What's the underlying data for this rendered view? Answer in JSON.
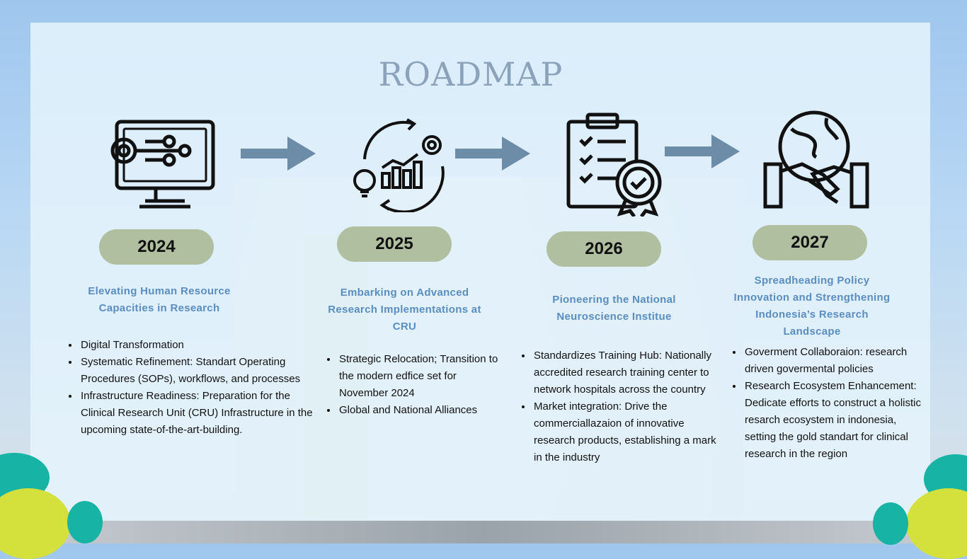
{
  "title": "ROADMAP",
  "colors": {
    "pill": "#b0bf9f",
    "heading": "#5a8dc0",
    "arrow": "#6d8ca8",
    "title": "#8aa3ba"
  },
  "stages": [
    {
      "year": "2024",
      "icon": "monitor-gear-circuit-icon",
      "heading": "Elevating Human Resource Capacities in Research",
      "bullets": [
        "Digital Transformation",
        "Systematic Refinement: Standart Operating Procedures (SOPs), workflows, and processes",
        "Infrastructure Readiness: Preparation for the Clinical Research Unit (CRU) Infrastructure in the upcoming state-of-the-art-building."
      ]
    },
    {
      "year": "2025",
      "icon": "growth-cycle-icon",
      "heading": "Embarking on Advanced Research Implementations at CRU",
      "bullets": [
        "Strategic Relocation; Transition to the modern edfice set for November 2024",
        "Global and National Alliances"
      ]
    },
    {
      "year": "2026",
      "icon": "clipboard-badge-icon",
      "heading": "Pioneering the National Neuroscience Institue",
      "bullets": [
        "Standardizes Training Hub: Nationally accredited research training center to network hospitals across the country",
        "Market integration: Drive the commerciallazaion of innovative research products, establishing a mark in the industry"
      ]
    },
    {
      "year": "2027",
      "icon": "globe-handshake-icon",
      "heading": "Spreadheading Policy Innovation and Strengthening Indonesia’s Research Landscape",
      "bullets": [
        "Goverment Collaboraion: research driven govermental policies",
        "Research Ecosystem Enhancement: Dedicate efforts to construct a holistic resarch ecosystem in indonesia, setting the gold standart for clinical research in the region"
      ]
    }
  ]
}
